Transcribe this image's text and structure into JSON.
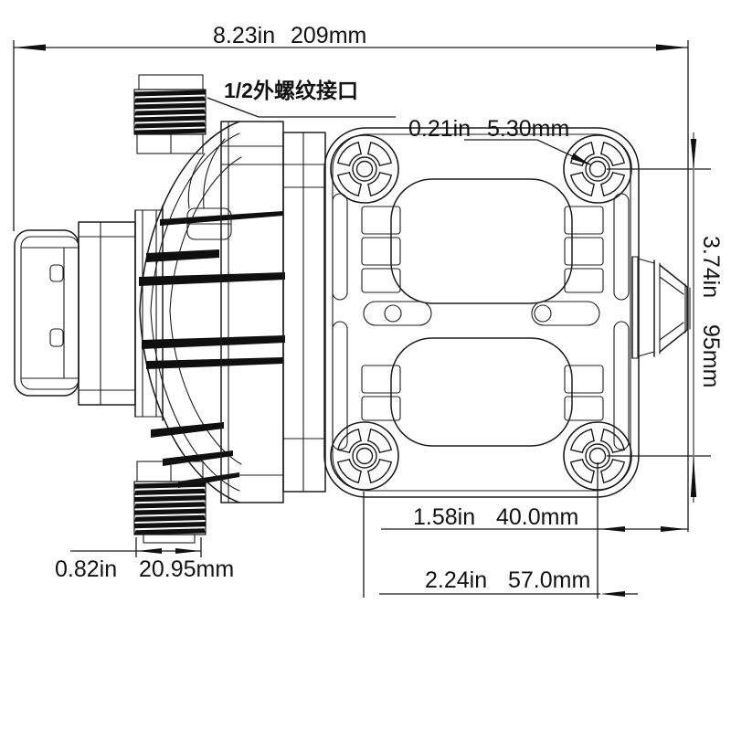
{
  "drawing": {
    "type": "pump-dimension-drawing",
    "colors": {
      "background": "#ffffff",
      "ink": "#1b1b1b",
      "thread_fill": "#101010",
      "dim_line_gray": "#787878"
    },
    "annotations": {
      "overall_length": {
        "inches": "8.23in",
        "metric": "209mm"
      },
      "overall_height": {
        "inches": "3.74in",
        "metric": "95mm"
      },
      "mounting_hole": {
        "inches": "0.21in",
        "metric": "5.30mm"
      },
      "bolt_spacing_inner": {
        "inches": "1.58in",
        "metric": "40.0mm"
      },
      "bolt_spacing_outer": {
        "inches": "2.24in",
        "metric": "57.0mm"
      },
      "thread_outer_diameter": {
        "inches": "0.82in",
        "metric": "20.95mm"
      },
      "port_label": "1/2外螺纹接口"
    }
  }
}
